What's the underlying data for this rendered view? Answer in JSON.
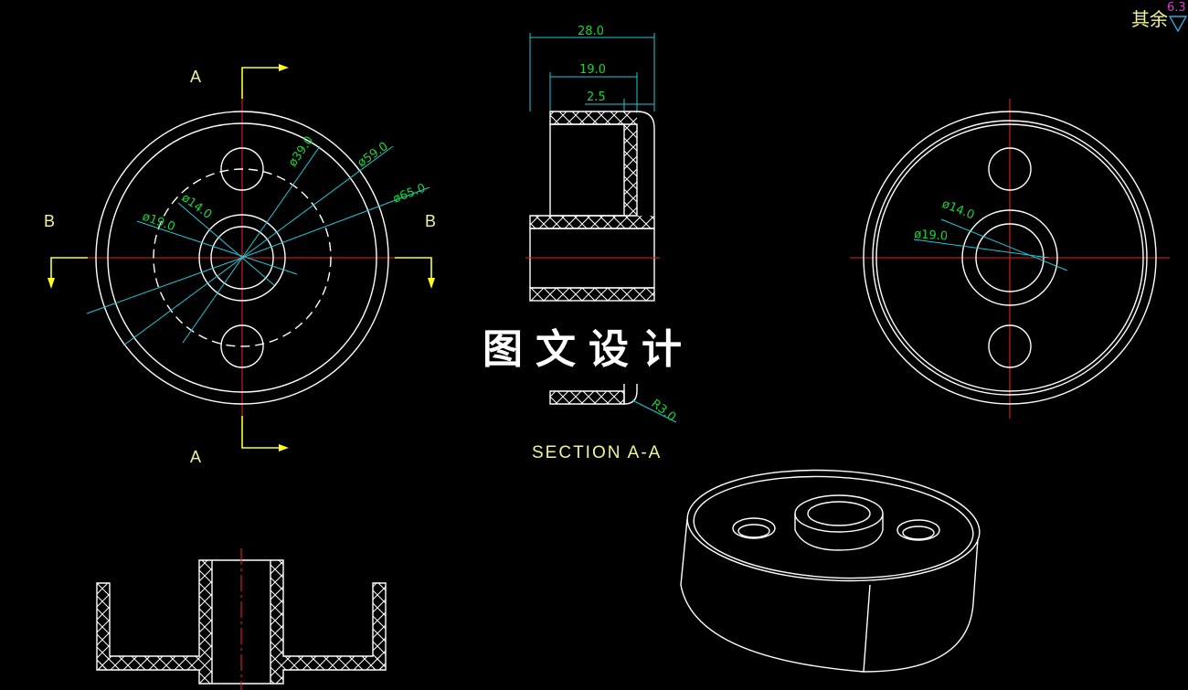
{
  "front_view": {
    "section_label_top": "A",
    "section_label_bottom": "A",
    "section_label_left": "B",
    "section_label_right": "B",
    "dims": [
      "ø65.0",
      "ø59.0",
      "ø39.0",
      "ø14.0",
      "ø19.0"
    ]
  },
  "section_view": {
    "dims": [
      "28.0",
      "19.0",
      "2.5",
      "R3.0"
    ],
    "title": "SECTION A-A"
  },
  "right_view": {
    "dims": [
      "ø14.0",
      "ø19.0"
    ]
  },
  "watermark": "图文设计",
  "roughness": {
    "label": "其余",
    "value": "6.3"
  },
  "colors": {
    "background": "#000000",
    "outline": "#ffffff",
    "centerline": "#e02020",
    "dimension_line": "#1fc8d8",
    "dimension_text": "#19d23a",
    "section_arrow": "#ffff22",
    "label_text": "#f3f390"
  }
}
